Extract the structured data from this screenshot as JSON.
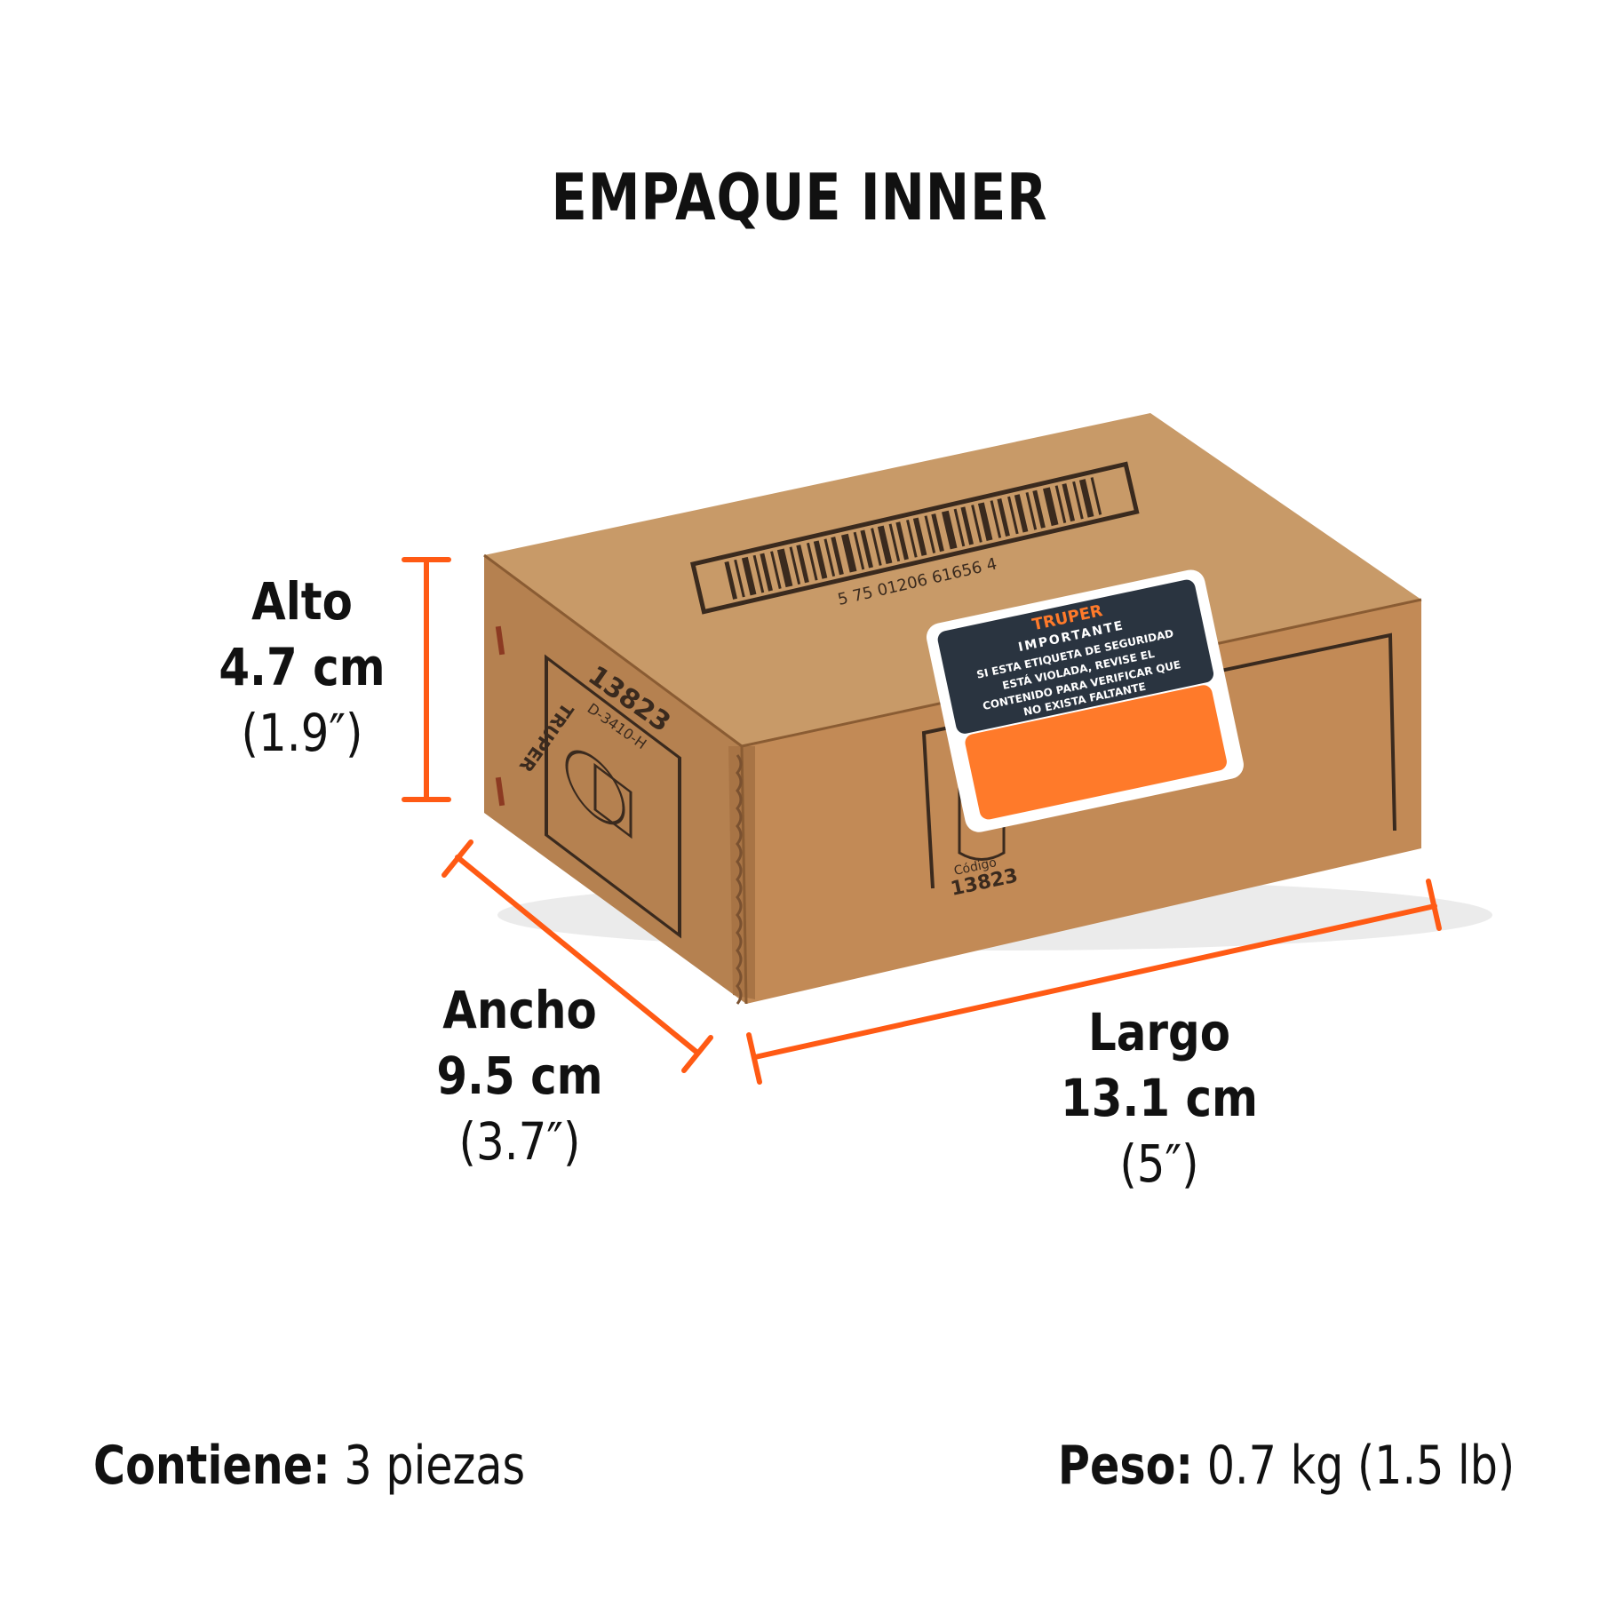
{
  "title": "EMPAQUE INNER",
  "colors": {
    "accent": "#ff5a14",
    "cardboard": "#c08a57",
    "background": "#ffffff"
  },
  "dimensions": {
    "alto": {
      "label": "Alto",
      "metric": "4.7 cm",
      "imperial": "(1.9″)"
    },
    "ancho": {
      "label": "Ancho",
      "metric": "9.5 cm",
      "imperial": "(3.7″)"
    },
    "largo": {
      "label": "Largo",
      "metric": "13.1 cm",
      "imperial": "(5″)"
    }
  },
  "box": {
    "barcode_digits": "5 75 01206 61656 4",
    "side_code": "13823",
    "side_model": "D-3410-H",
    "brand": "TRUPER",
    "front_caption": "Código",
    "front_code": "13823",
    "label": {
      "brand": "TRUPER",
      "heading": "IMPORTANTE",
      "lines": [
        "SI ESTA ETIQUETA DE SEGURIDAD",
        "ESTÁ VIOLADA, REVISE EL",
        "CONTENIDO PARA VERIFICAR QUE",
        "NO EXISTA FALTANTE"
      ]
    }
  },
  "footer": {
    "contains_label": "Contiene:",
    "contains_value": "3 piezas",
    "weight_label": "Peso:",
    "weight_value": "0.7 kg (1.5 lb)"
  }
}
